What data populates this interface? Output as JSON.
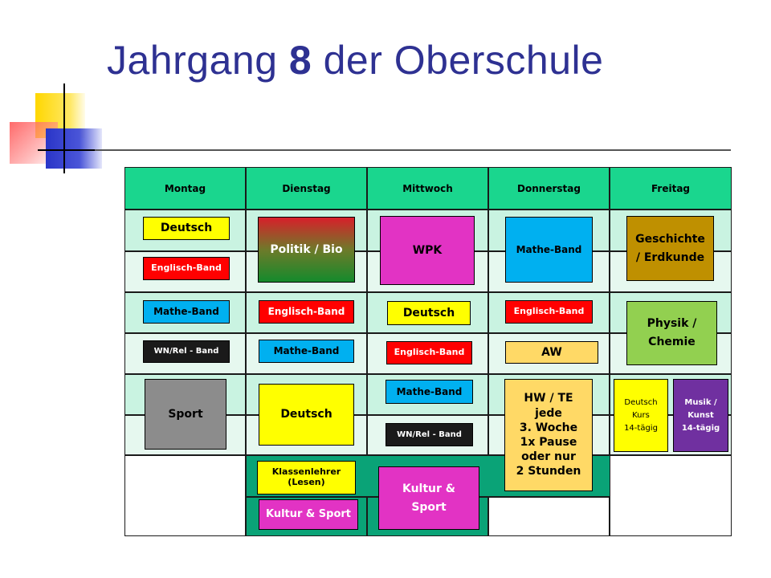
{
  "title": {
    "prefix": "Jahrgang ",
    "number": "8",
    "suffix": " der Oberschule"
  },
  "days": [
    "Montag",
    "Dienstag",
    "Mittwoch",
    "Donnerstag",
    "Freitag"
  ],
  "lessons": {
    "mo_deutsch": "Deutsch",
    "mo_englisch": "Englisch-Band",
    "mo_mathe": "Mathe-Band",
    "mo_wnrel": "WN/Rel - Band",
    "mo_sport": "Sport",
    "di_politik": "Politik / Bio",
    "di_englisch": "Englisch-Band",
    "di_mathe": "Mathe-Band",
    "di_deutsch": "Deutsch",
    "di_klassenlehrer": "Klassenlehrer\n(Lesen)",
    "di_kultur": "Kultur & Sport",
    "mi_wpk": "WPK",
    "mi_deutsch": "Deutsch",
    "mi_englisch": "Englisch-Band",
    "mi_mathe": "Mathe-Band",
    "mi_wnrel": "WN/Rel - Band",
    "mi_kultur": "Kultur &\nSport",
    "do_mathe": "Mathe-Band",
    "do_englisch": "Englisch-Band",
    "do_aw": "AW",
    "do_hwte": "HW / TE\njede\n3. Woche\n1x Pause\noder nur\n2 Stunden",
    "fr_geschichte": "Geschichte\n/ Erdkunde",
    "fr_physik": "Physik /\nChemie",
    "fr_deutschkurs": "Deutsch\nKurs\n14-tägig",
    "fr_musik": "Musik /\nKunst\n14-tägig"
  },
  "colors": {
    "title": "#2e3192",
    "header": "#1ad68e",
    "row_mint": "#c9f3e1",
    "row_light": "#e6f8ef",
    "teal": "#0aa377",
    "yellow": "#ffff00",
    "red": "#ff0000",
    "cyan": "#00b0f0",
    "black": "#1a1a1a",
    "gray": "#8c8c8c",
    "magenta": "#e233c4",
    "gold": "#ffd966",
    "olive": "#bf9000",
    "green": "#92d050",
    "purple": "#7030a0"
  }
}
